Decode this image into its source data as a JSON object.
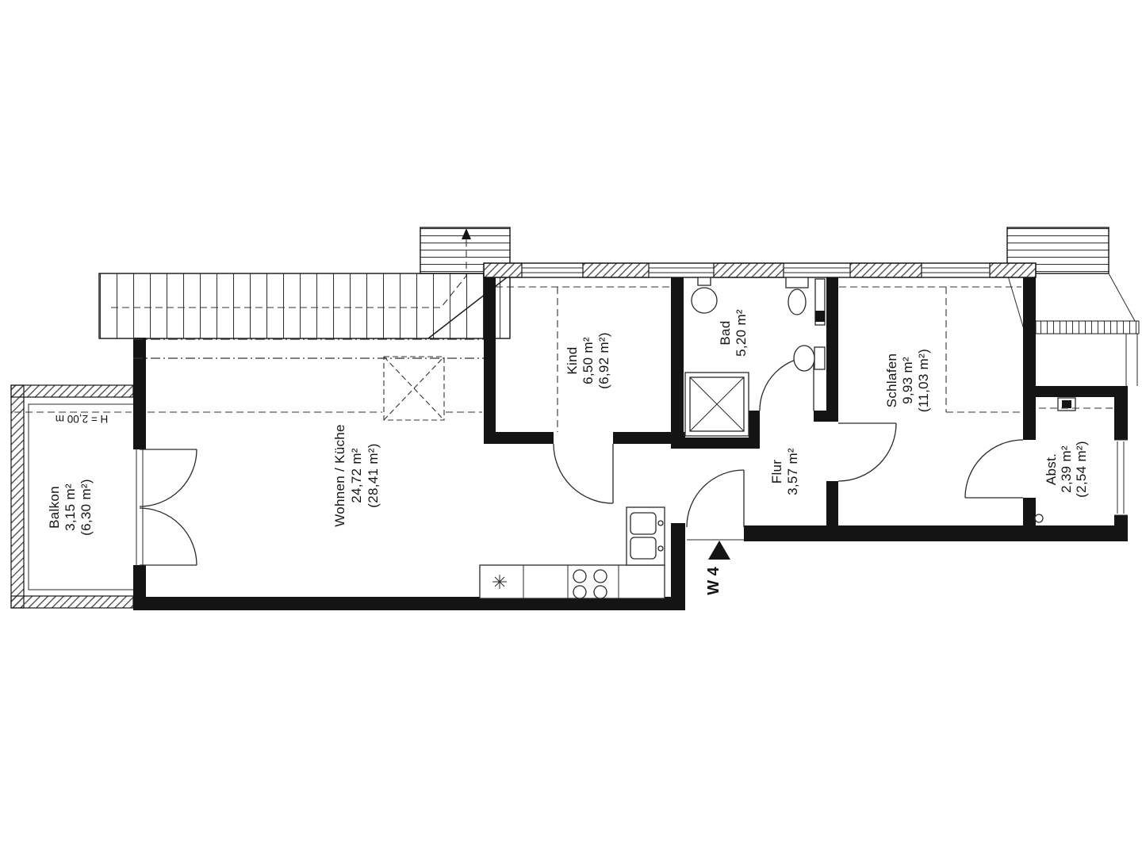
{
  "drawing": {
    "type": "apartment-floor-plan",
    "unit_label": "W 4",
    "height_note": "H = 2,00 m"
  },
  "rooms": [
    {
      "name": "Balkon",
      "area": "3,15 m²",
      "area_alt": "(6,30 m²)"
    },
    {
      "name": "Wohnen / Küche",
      "area": "24,72 m²",
      "area_alt": "(28,41 m²)"
    },
    {
      "name": "Kind",
      "area": "6,50 m²",
      "area_alt": "(6,92 m²)"
    },
    {
      "name": "Bad",
      "area": "5,20 m²"
    },
    {
      "name": "Schlafen",
      "area": "9,93 m²",
      "area_alt": "(11,03 m²)"
    },
    {
      "name": "Flur",
      "area": "3,57 m²"
    },
    {
      "name": "Abst.",
      "area": "2,39 m²",
      "area_alt": "(2,54 m²)"
    }
  ],
  "colors": {
    "wall": "#141414",
    "line": "#2a2a2a",
    "background": "#ffffff"
  }
}
